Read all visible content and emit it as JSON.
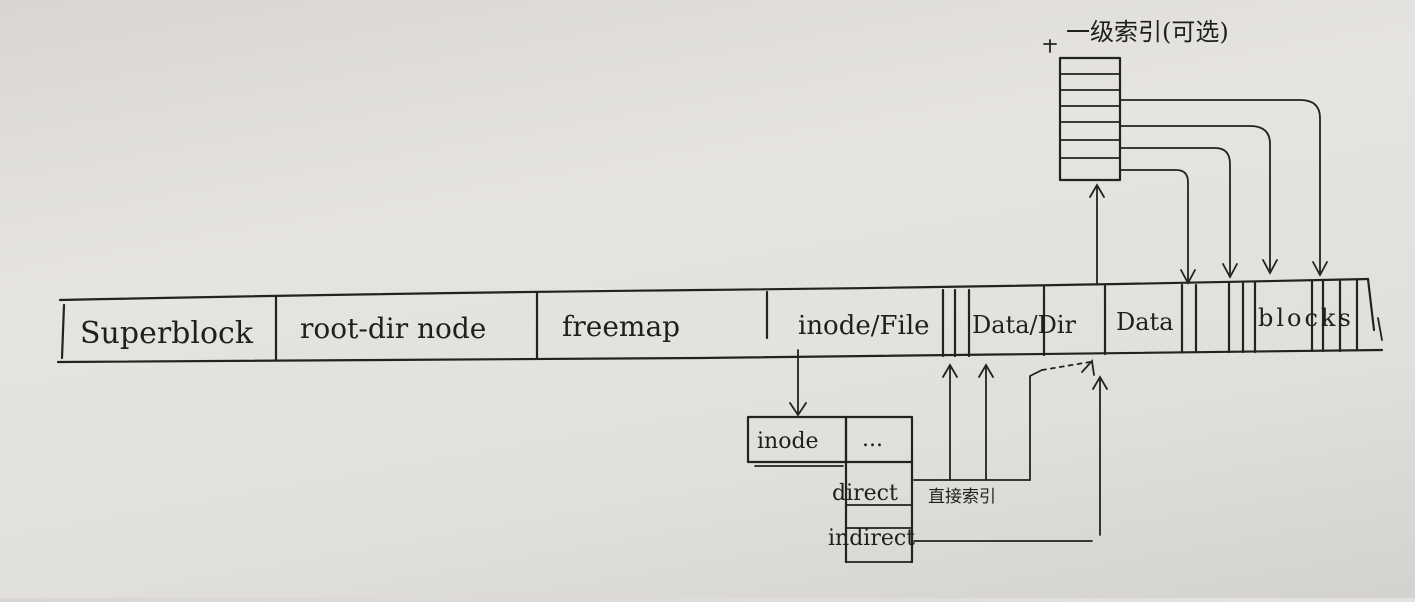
{
  "disk_layout": {
    "segments": [
      {
        "key": "superblock",
        "label": "Superblock"
      },
      {
        "key": "root_dir_node",
        "label": "root-dir node"
      },
      {
        "key": "freemap",
        "label": "freemap"
      },
      {
        "key": "inode_file",
        "label": "inode/File"
      },
      {
        "key": "data_dir",
        "label": "Data/Dir"
      },
      {
        "key": "data",
        "label": "Data"
      },
      {
        "key": "blocks",
        "label": "blocks"
      }
    ]
  },
  "inode_struct": {
    "header": "inode",
    "ellipsis": "...",
    "direct_label": "direct",
    "indirect_label": "indirect",
    "direct_note": "直接索引"
  },
  "index_block": {
    "label": "一级索引(可选)"
  }
}
